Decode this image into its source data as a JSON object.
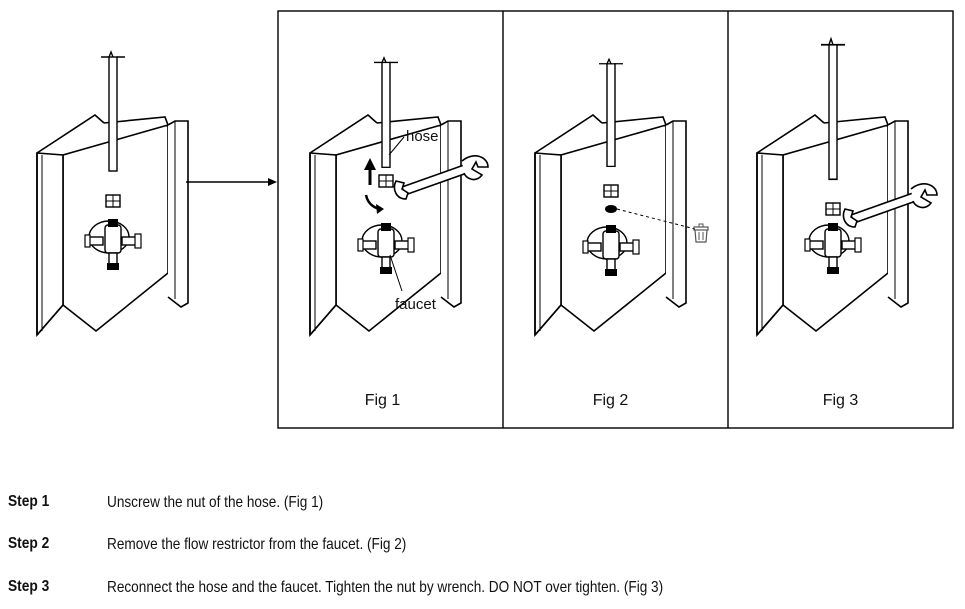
{
  "figures": [
    {
      "caption": "Fig 1"
    },
    {
      "caption": "Fig 2"
    },
    {
      "caption": "Fig 3"
    }
  ],
  "callouts": {
    "hose": "hose",
    "faucet": "faucet"
  },
  "steps": [
    {
      "label": "Step 1",
      "text": "Unscrew the nut of the hose. (Fig 1)"
    },
    {
      "label": "Step 2",
      "text": "Remove the flow restrictor from the faucet. (Fig 2)"
    },
    {
      "label": "Step 3",
      "text": "Reconnect the hose and the faucet. Tighten the nut by wrench. DO NOT over tighten. (Fig 3)"
    }
  ],
  "icons": [
    "wrench-icon",
    "up-arrow-icon",
    "rotate-arrow-icon",
    "trash-can-icon",
    "right-arrow-icon"
  ]
}
